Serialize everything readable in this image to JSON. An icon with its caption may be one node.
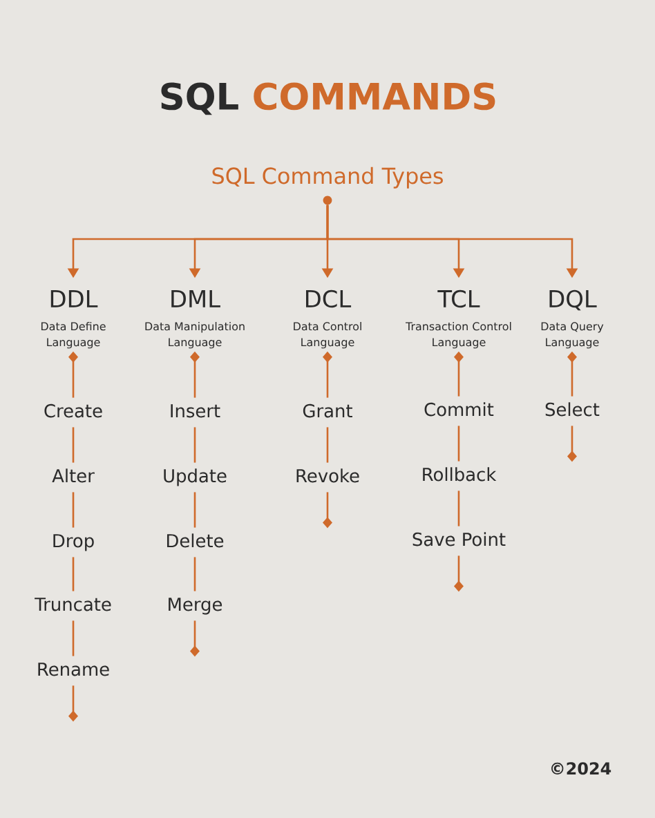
{
  "diagram": {
    "title": "SQL COMMANDS",
    "nodes": [
      {
        "text": [],
        "shape": "circle"
      },
      {
        "text": [
          "DDL",
          "Data Define Language"
        ]
      },
      {
        "text": [
          "DML",
          "Data Manipulation Language"
        ]
      },
      {
        "text": [
          "DCL",
          "Data Control Language"
        ]
      },
      {
        "text": [
          "TCL",
          "Transaction Control Language"
        ]
      },
      {
        "text": [
          "DQL",
          "Data Query Language"
        ]
      },
      {
        "text": [
          "Create"
        ]
      },
      {
        "text": [
          "Alter"
        ]
      },
      {
        "text": [
          "Drop"
        ]
      },
      {
        "text": [
          "Truncate"
        ]
      },
      {
        "text": [
          "Rename"
        ]
      },
      {
        "text": [
          "Insert"
        ]
      },
      {
        "text": [
          "Update"
        ]
      },
      {
        "text": [
          "Delete"
        ]
      },
      {
        "text": [
          "Merge"
        ]
      },
      {
        "text": [
          "Grant"
        ]
      },
      {
        "text": [
          "Revoke"
        ]
      },
      {
        "text": [
          "Commit"
        ]
      },
      {
        "text": [
          "Rollback"
        ]
      },
      {
        "text": [
          "Save Point"
        ]
      },
      {
        "text": [
          "Select"
        ]
      }
    ],
    "edges": [
      {
        "from": 0,
        "to": 1,
        "arrow": "to"
      },
      {
        "from": 0,
        "to": 2,
        "arrow": "to"
      },
      {
        "from": 0,
        "to": 3,
        "arrow": "to"
      },
      {
        "from": 0,
        "to": 4,
        "arrow": "to"
      },
      {
        "from": 0,
        "to": 5,
        "arrow": "to"
      },
      {
        "from": 6,
        "to": 1,
        "arrow": "other"
      },
      {
        "from": 6,
        "to": 7,
        "arrow": "none"
      },
      {
        "from": 7,
        "to": 8,
        "arrow": "none"
      },
      {
        "from": 8,
        "to": 9,
        "arrow": "none"
      },
      {
        "from": 9,
        "to": 10,
        "arrow": "none"
      },
      {
        "from": 10,
        "to": null,
        "arrow": "other"
      },
      {
        "from": 11,
        "to": 2,
        "arrow": "other"
      },
      {
        "from": 11,
        "to": 12,
        "arrow": "none"
      },
      {
        "from": 12,
        "to": 13,
        "arrow": "none"
      },
      {
        "from": 13,
        "to": 14,
        "arrow": "none"
      },
      {
        "from": 14,
        "to": null,
        "arrow": "other"
      },
      {
        "from": 15,
        "to": 3,
        "arrow": "other"
      },
      {
        "from": 15,
        "to": 16,
        "arrow": "none"
      },
      {
        "from": 16,
        "to": null,
        "arrow": "other"
      },
      {
        "from": 17,
        "to": 4,
        "arrow": "other"
      },
      {
        "from": 17,
        "to": 18,
        "arrow": "none"
      },
      {
        "from": 18,
        "to": 19,
        "arrow": "none"
      },
      {
        "from": 19,
        "to": null,
        "arrow": "other"
      },
      {
        "from": 20,
        "to": 5,
        "arrow": "other"
      },
      {
        "from": 20,
        "to": null,
        "arrow": "other"
      }
    ],
    "labels": [
      "SQL Command Types",
      "©2024"
    ]
  }
}
